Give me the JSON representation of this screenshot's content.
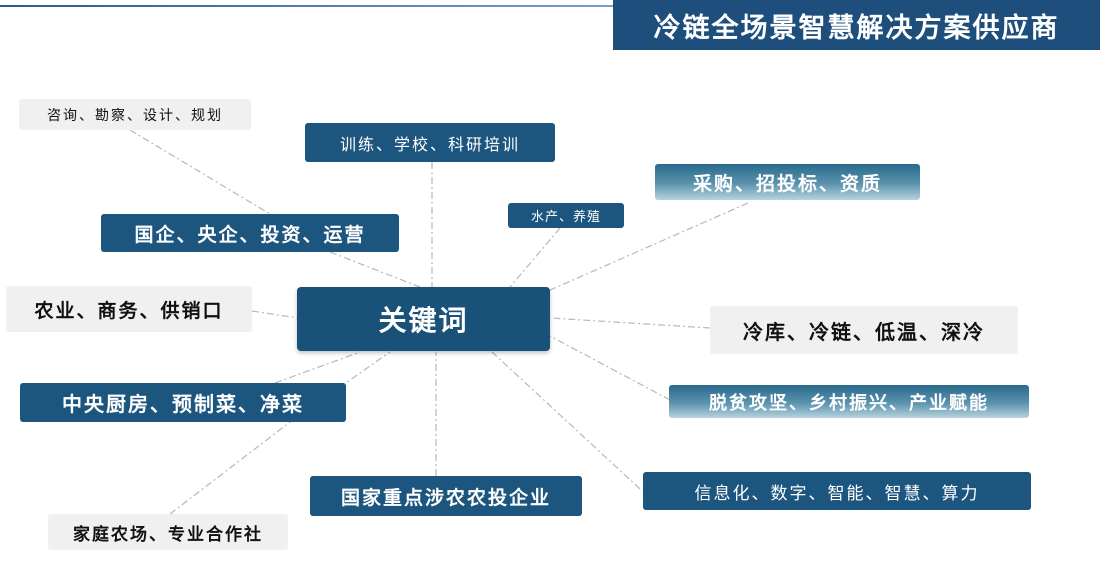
{
  "title": "冷链全场景智慧解决方案供应商",
  "center": "关键词",
  "nodes": {
    "consult": "咨询、勘察、设计、规划",
    "training": "训练、学校、科研培训",
    "procurement": "采购、招投标、资质",
    "aquatic": "水产、养殖",
    "soe": "国企、央企、投资、运营",
    "agri_business": "农业、商务、供销口",
    "coldchain": "冷库、冷链、低温、深冷",
    "poverty": "脱贫攻坚、乡村振兴、产业赋能",
    "kitchen": "中央厨房、预制菜、净菜",
    "info": "信息化、数字、智能、智慧、算力",
    "national_agri": "国家重点涉农农投企业",
    "family_farm": "家庭农场、专业合作社"
  },
  "colors": {
    "dark": "#1c567f",
    "banner": "#1e4f7c",
    "light": "#f0f0f0",
    "line": "#b8b8b8"
  }
}
